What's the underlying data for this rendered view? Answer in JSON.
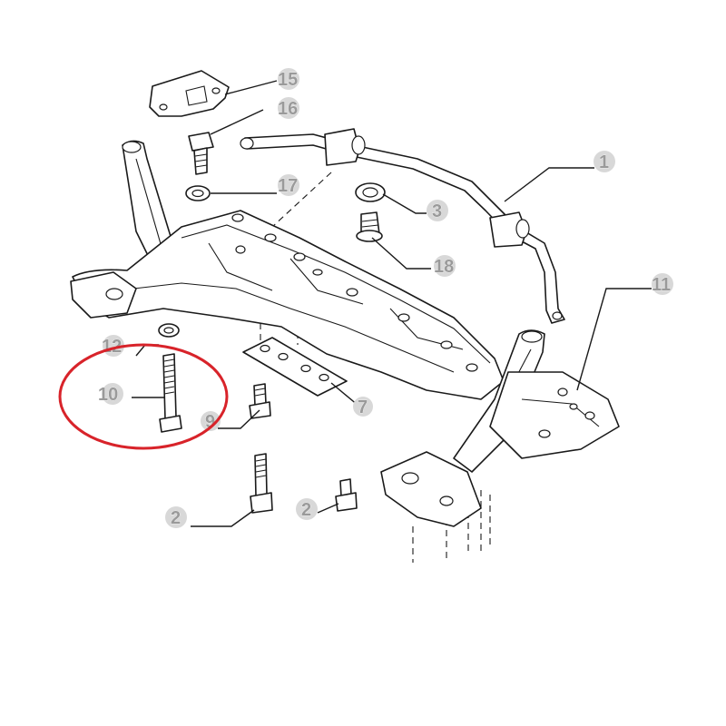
{
  "callouts": [
    {
      "id": "c1",
      "label": "1"
    },
    {
      "id": "c2a",
      "label": "2"
    },
    {
      "id": "c2b",
      "label": "2"
    },
    {
      "id": "c3",
      "label": "3"
    },
    {
      "id": "c7",
      "label": "7"
    },
    {
      "id": "c9",
      "label": "9"
    },
    {
      "id": "c10",
      "label": "10"
    },
    {
      "id": "c11",
      "label": "11"
    },
    {
      "id": "c12",
      "label": "12"
    },
    {
      "id": "c15",
      "label": "15"
    },
    {
      "id": "c16",
      "label": "16"
    },
    {
      "id": "c17",
      "label": "17"
    },
    {
      "id": "c18",
      "label": "18"
    }
  ],
  "highlight": {
    "target": "10",
    "color": "#d8232a"
  }
}
